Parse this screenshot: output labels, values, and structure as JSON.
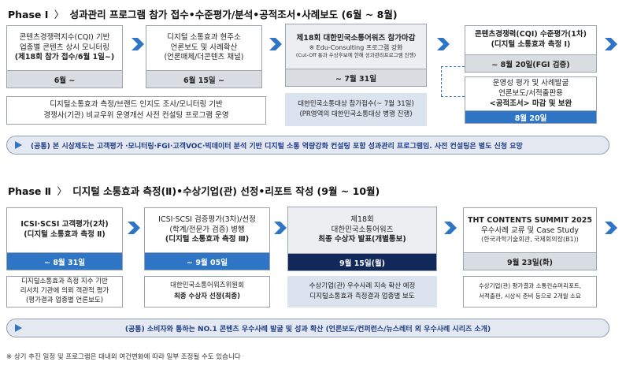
{
  "phase1": {
    "label": "Phase Ⅰ",
    "title": "성과관리 프로그램 참가 접수•수준평가/분석•공적조서•사례보도 (6월 ~ 8월)",
    "step1": {
      "line1": "콘텐츠경쟁력지수(CQI) 기반",
      "line2": "업종별 콘텐츠 상시 모니터링",
      "line3": "(제18회 참가 접수/6월 1일~)",
      "date": "6월 ~"
    },
    "step2": {
      "line1": "디지털 소통효과 현주소",
      "line2": "언론보도 및 사례확산",
      "line3": "(언론매체/더콘텐츠 채널)",
      "date": "6월 15일 ~"
    },
    "step3": {
      "line1": "제18회 대한민국소통어워즈 참가마감",
      "line2": "※ Edu-Consulting 프로그램 강화",
      "line3": "(Cut-Off 통과 수상후보에 한해 성과관리프로그램 진행)",
      "date": "~ 7월 31일"
    },
    "step4": {
      "line1": "콘텐츠경쟁력(CQI) 수준평가(1차)",
      "line2": "(디지털 소통효과 측정 Ⅰ)",
      "date": "~ 8월 20일(FGI 검증)"
    },
    "step5": {
      "line1": "운영성 평가 및 사례발굴",
      "line2": "언론보도/서적출판용",
      "line3": "<공적조서> 마감 및 보완",
      "date": "8월 20일"
    },
    "survey": {
      "line1": "디지털소통효과 측정/브랜드 인지도 조사/모니터링 기반",
      "line2": "경쟁사(기관) 비교우위 운영개선 사전 컨설팅 프로그램 운영"
    },
    "intake": {
      "line1": "대한민국소통대상 참가접수(~ 7월 31일)",
      "line2": "(PR영역의 대한민국소통대상 병행 진행)"
    },
    "banner": "(공통) 본 시상제도는 고객평가 ·모니터링·FGI·고객VOC·빅데이터 분석 기반 디지털 소통 역량강화 컨설팅 포함 성과관리 프로그램임. 사전 컨설팅은 별도 신청 요망"
  },
  "phase2": {
    "label": "Phase Ⅱ",
    "title": "디지털 소통효과 측정(Ⅱ)•수상기업(관) 선정•리포트 작성 (9월 ~ 10월)",
    "step1": {
      "line1": "ICSI·SCSI 고객평가(2차)",
      "line2": "(디지털 소통효과 측정 Ⅱ)",
      "date": "~ 8월 31일"
    },
    "step2": {
      "line1": "ICSI·SCSI 검증평가(3차)/선정",
      "line2": "(학계/전문가 검증) 병행",
      "line3": "(디지털 소통효과 측정 Ⅲ)",
      "date": "~ 9월 05일"
    },
    "step3": {
      "line1": "제18회",
      "line2": "대한민국소통어워즈",
      "line3": "최종 수상자 발표(개별통보)",
      "date": "9월 15일(월)"
    },
    "step4": {
      "line1": "THT CONTENTS SUMMIT 2025",
      "line2": "우수사례 교류 및 Case Study",
      "line3": "(한국과학기술회관, 국제회의장(B1))",
      "date": "9월 23일(화)"
    },
    "sub1": {
      "line1": "디지털소통효과 측정 지수 기반",
      "line2": "리서치 기관에 의뢰 객관적 평가",
      "line3": "(평가결과 업종별 언론보도)"
    },
    "sub2": {
      "line1": "대한민국소통어워즈위원회",
      "line2": "최종 수상자 선정(최종)"
    },
    "sub3": {
      "line1": "수상기업(관) 우수사례 지속 확산 예정",
      "line2": "디지털소통효과 측정결과 업종별 보도"
    },
    "sub4": {
      "line1": "수상기업(관) 평가결과 소통컨슈머리포트,",
      "line2": "서적출판, 시상식 준비 등으로 2개월 소요"
    },
    "banner": "(공통) 소비자와 통하는 NO.1 콘텐츠 우수사례 발굴 및 성과 확산 (언론보도/컨퍼런스/뉴스레터 외 우수사례 시리즈 소개)"
  },
  "footnote": "※ 상기 추진 일정 및 프로그램은 대내외 여건변화에 따라 일부 조정될 수도 있습니다",
  "colors": {
    "accent_blue": "#2e75c6",
    "navy": "#10285a",
    "grey_footer": "#d9dde2",
    "banner_bg": "#e4e9f1"
  },
  "icons": {
    "arrow": "chevron-right-icon"
  }
}
